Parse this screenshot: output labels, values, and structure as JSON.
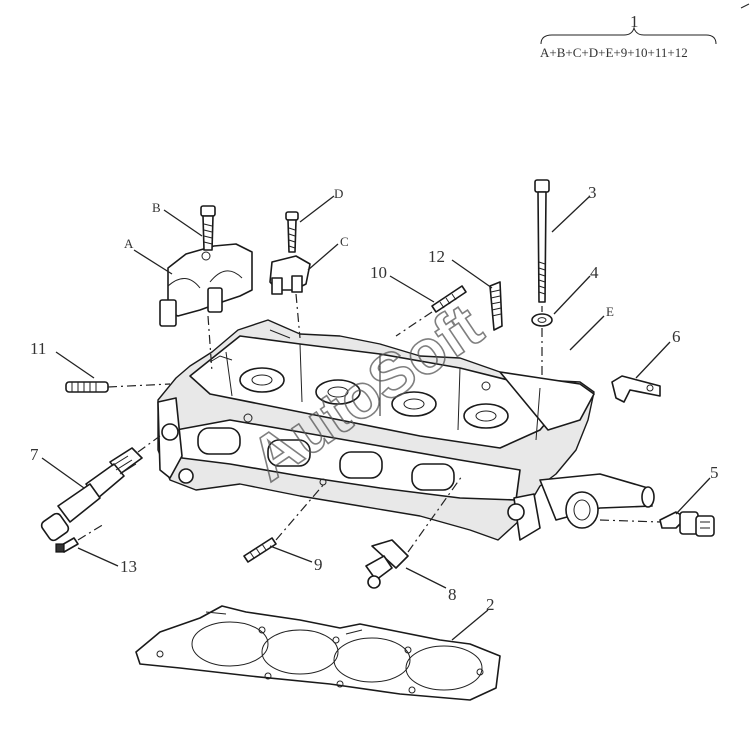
{
  "header": {
    "assembly_number": "1",
    "assembly_formula": "A+B+C+D+E+9+10+11+12"
  },
  "watermark": "AutoSoft",
  "callouts": {
    "A": "A",
    "B": "B",
    "C": "C",
    "D": "D",
    "E": "E",
    "n2": "2",
    "n3": "3",
    "n4": "4",
    "n5": "5",
    "n6": "6",
    "n7": "7",
    "n8": "8",
    "n9": "9",
    "n10": "10",
    "n11": "11",
    "n12": "12",
    "n13": "13"
  }
}
